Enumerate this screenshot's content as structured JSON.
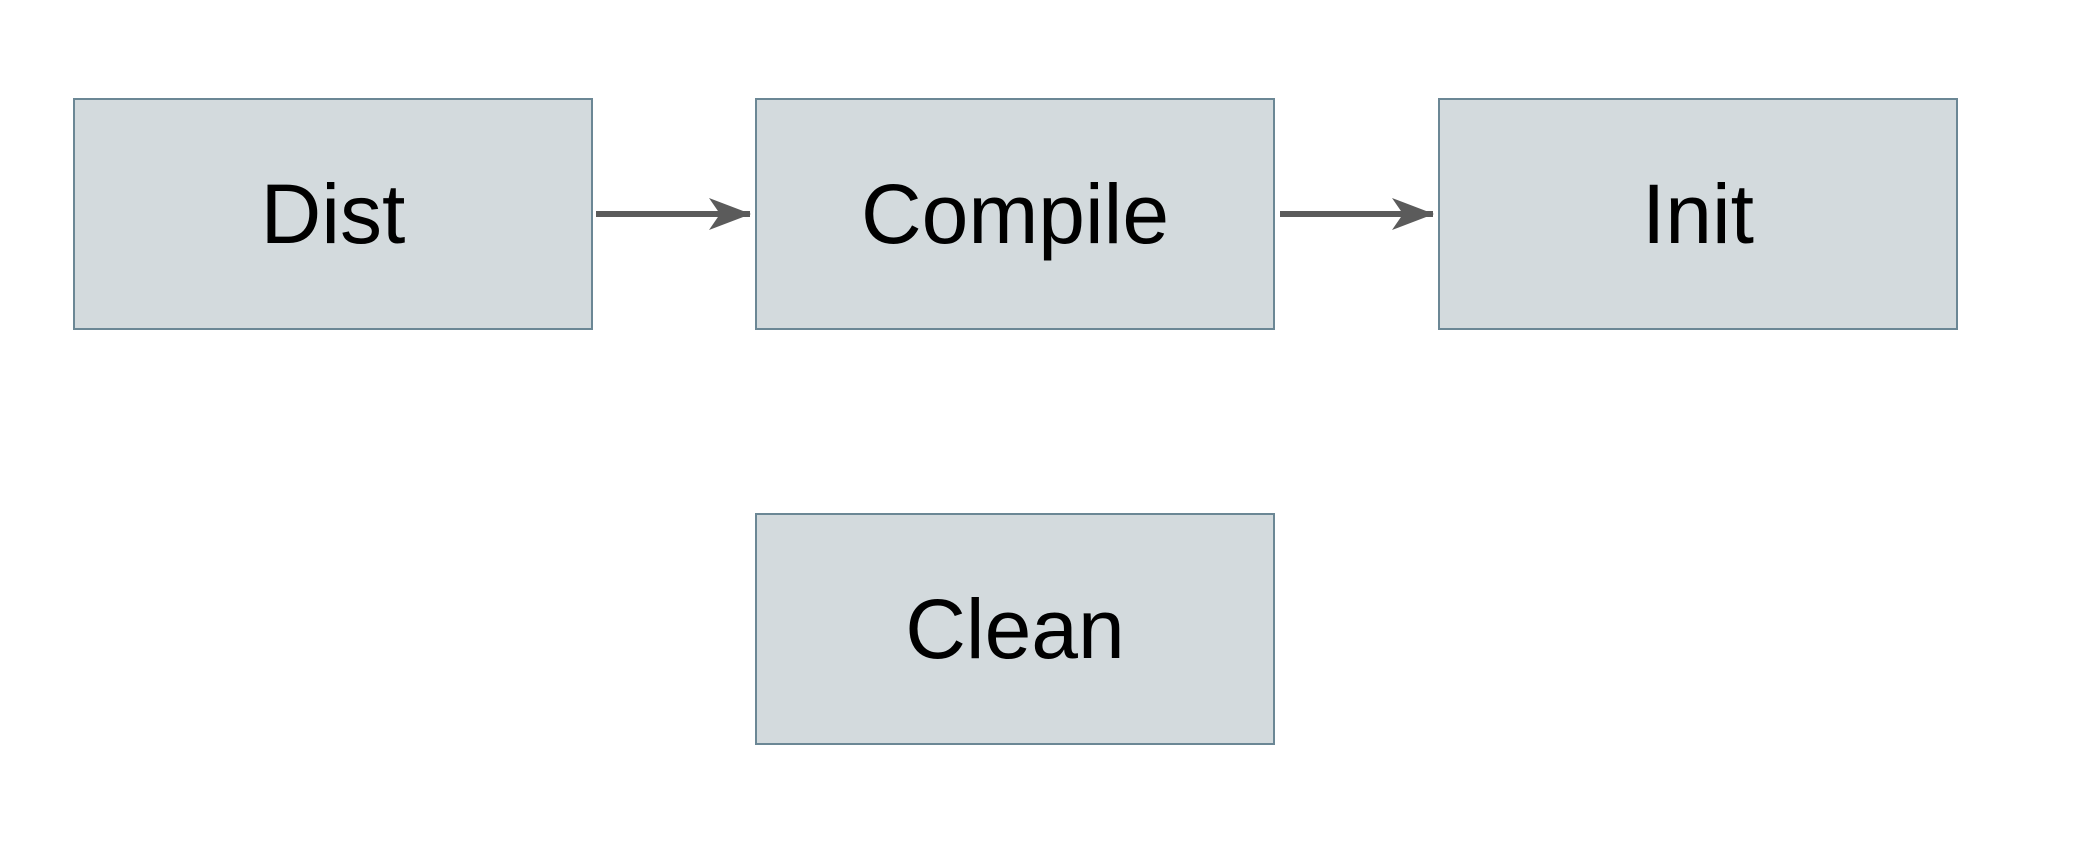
{
  "diagram": {
    "type": "flowchart",
    "nodes": [
      {
        "id": "dist",
        "label": "Dist"
      },
      {
        "id": "compile",
        "label": "Compile"
      },
      {
        "id": "init",
        "label": "Init"
      },
      {
        "id": "clean",
        "label": "Clean"
      }
    ],
    "edges": [
      {
        "from": "dist",
        "to": "compile",
        "style": "arrow-right"
      },
      {
        "from": "compile",
        "to": "init",
        "style": "arrow-right"
      }
    ]
  },
  "colors": {
    "background": "#ffffff",
    "node_fill": "#d3dadd",
    "node_border": "#6b8795",
    "node_text": "#000000",
    "arrow": "#5b5b5b"
  }
}
